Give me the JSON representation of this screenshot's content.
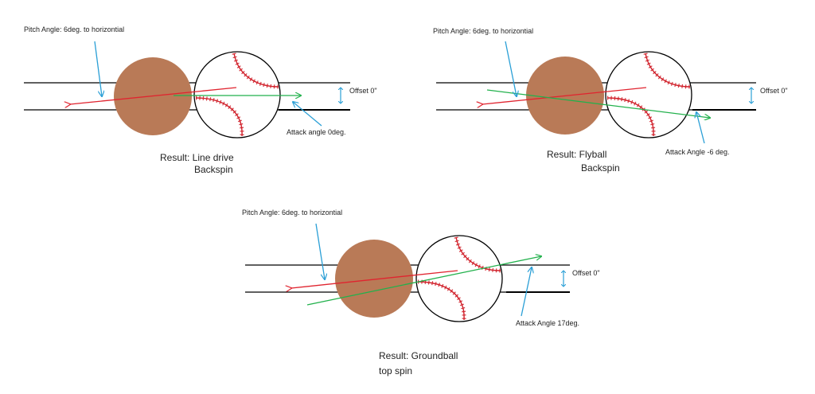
{
  "panels": [
    {
      "id": "line-drive",
      "pitch_label": "Pitch Angle: 6deg. to horizontial",
      "offset_label": "Offset 0\"",
      "attack_label": "Attack angle 0deg.",
      "result_line1": "Result: Line drive",
      "result_line2": "Backspin"
    },
    {
      "id": "flyball",
      "pitch_label": "Pitch Angle: 6deg. to horizontial",
      "offset_label": "Offset 0\"",
      "attack_label": "Attack Angle  -6 deg.",
      "result_line1": "Result:  Flyball",
      "result_line2": "Backspin"
    },
    {
      "id": "groundball",
      "pitch_label": "Pitch Angle: 6deg. to horizontial",
      "offset_label": "Offset 0\"",
      "attack_label": "Attack Angle  17deg.",
      "result_line1": "Result: Groundball",
      "result_line2": "top spin"
    }
  ],
  "colors": {
    "bat": "#b97a57",
    "pitch_arrow": "#e0242f",
    "attack_arrow": "#22b14c",
    "callout": "#2a9fd6",
    "seam": "#d0202a",
    "line": "#000000"
  }
}
